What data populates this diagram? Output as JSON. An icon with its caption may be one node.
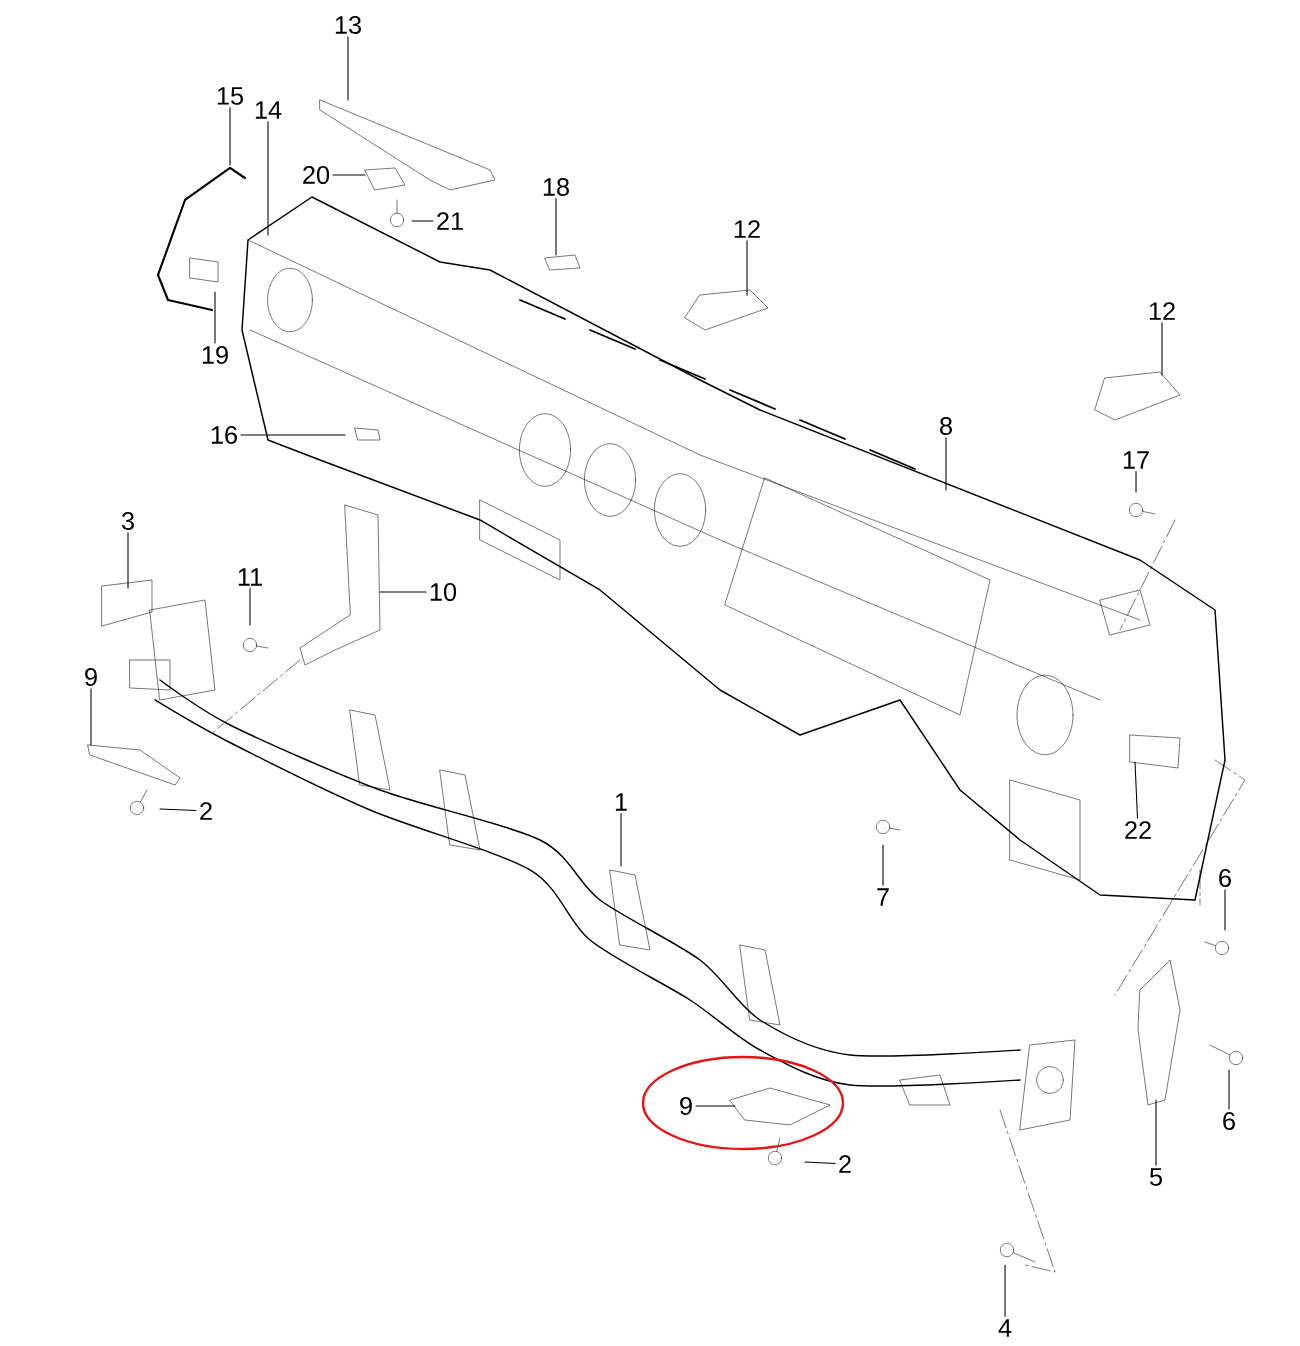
{
  "diagram": {
    "nodes": [
      {
        "text": [
          "13"
        ]
      },
      {
        "text": [
          "15"
        ]
      },
      {
        "text": [
          "14"
        ]
      },
      {
        "text": [
          "20"
        ]
      },
      {
        "text": [
          "21"
        ]
      },
      {
        "text": [
          "18"
        ]
      },
      {
        "text": [
          "12"
        ]
      },
      {
        "text": [
          "12"
        ]
      },
      {
        "text": [
          "19"
        ]
      },
      {
        "text": [
          "16"
        ]
      },
      {
        "text": [
          "8"
        ]
      },
      {
        "text": [
          "17"
        ]
      },
      {
        "text": [
          "3"
        ]
      },
      {
        "text": [
          "11"
        ]
      },
      {
        "text": [
          "10"
        ]
      },
      {
        "text": [
          "9"
        ]
      },
      {
        "text": [
          "2"
        ]
      },
      {
        "text": [
          "1"
        ]
      },
      {
        "text": [
          "7"
        ]
      },
      {
        "text": [
          "22"
        ]
      },
      {
        "text": [
          "6"
        ]
      },
      {
        "text": [
          "6"
        ]
      },
      {
        "text": [
          "5"
        ]
      },
      {
        "text": [
          "9"
        ]
      },
      {
        "text": [
          "2"
        ]
      },
      {
        "text": [
          "4"
        ]
      }
    ],
    "edges": [
      {
        "from": 0,
        "to": null,
        "arrow": "none"
      },
      {
        "from": 1,
        "to": null,
        "arrow": "none"
      },
      {
        "from": 2,
        "to": null,
        "arrow": "none"
      },
      {
        "from": 3,
        "to": null,
        "arrow": "none"
      },
      {
        "from": 4,
        "to": null,
        "arrow": "none"
      },
      {
        "from": 5,
        "to": null,
        "arrow": "none"
      },
      {
        "from": 6,
        "to": null,
        "arrow": "none"
      },
      {
        "from": 7,
        "to": null,
        "arrow": "none"
      },
      {
        "from": 8,
        "to": null,
        "arrow": "none"
      },
      {
        "from": 9,
        "to": null,
        "arrow": "none"
      },
      {
        "from": 10,
        "to": null,
        "arrow": "none"
      },
      {
        "from": 11,
        "to": null,
        "arrow": "none"
      },
      {
        "from": 12,
        "to": null,
        "arrow": "none"
      },
      {
        "from": 13,
        "to": null,
        "arrow": "none"
      },
      {
        "from": 14,
        "to": null,
        "arrow": "none"
      },
      {
        "from": 15,
        "to": null,
        "arrow": "none"
      },
      {
        "from": 16,
        "to": null,
        "arrow": "none"
      },
      {
        "from": 17,
        "to": null,
        "arrow": "none"
      },
      {
        "from": 18,
        "to": null,
        "arrow": "none"
      },
      {
        "from": 19,
        "to": null,
        "arrow": "none"
      },
      {
        "from": 20,
        "to": null,
        "arrow": "none"
      },
      {
        "from": 21,
        "to": null,
        "arrow": "none"
      },
      {
        "from": 22,
        "to": null,
        "arrow": "none"
      },
      {
        "from": 23,
        "to": null,
        "arrow": "none"
      },
      {
        "from": 24,
        "to": null,
        "arrow": "none"
      },
      {
        "from": 25,
        "to": null,
        "arrow": "none"
      }
    ]
  }
}
